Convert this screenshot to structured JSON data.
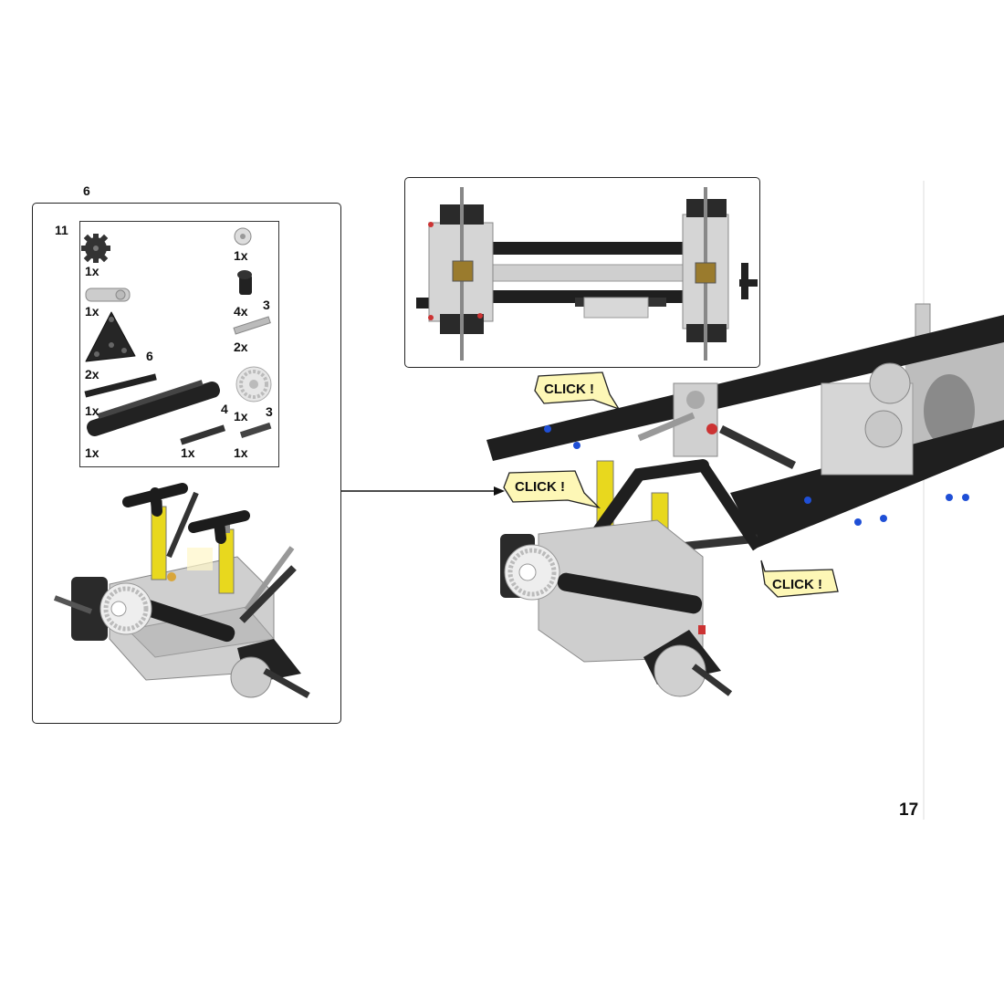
{
  "page": {
    "number": "17"
  },
  "substep": {
    "outer_step_number": "6",
    "inner_step_number": "11",
    "parts": [
      {
        "icon": "gear-8-tooth-icon",
        "qty": "1x"
      },
      {
        "icon": "gear-12-tooth-icon",
        "qty": "1x"
      },
      {
        "icon": "axle-connector-icon",
        "qty": "1x"
      },
      {
        "icon": "pin-connector-icon",
        "qty": "4x"
      },
      {
        "icon": "triangle-liftarm-icon",
        "qty": "2x"
      },
      {
        "icon": "axle-3-icon",
        "qty": "2x",
        "length": "3"
      },
      {
        "icon": "axle-6-icon",
        "qty": "1x",
        "length": "6"
      },
      {
        "icon": "gear-24-tooth-icon",
        "qty": "1x"
      },
      {
        "icon": "gear-rack-icon",
        "qty": "1x"
      },
      {
        "icon": "axle-4-icon",
        "qty": "1x",
        "length": "4"
      },
      {
        "icon": "axle-3-dark-icon",
        "qty": "1x",
        "length": "3"
      }
    ]
  },
  "callouts": [
    "CLICK !",
    "CLICK !",
    "CLICK !"
  ],
  "colors": {
    "frame": "#222222",
    "click_fill": "#fdf7b6",
    "suspension_yellow": "#e8d81e",
    "pin_blue": "#1f4fd6"
  }
}
